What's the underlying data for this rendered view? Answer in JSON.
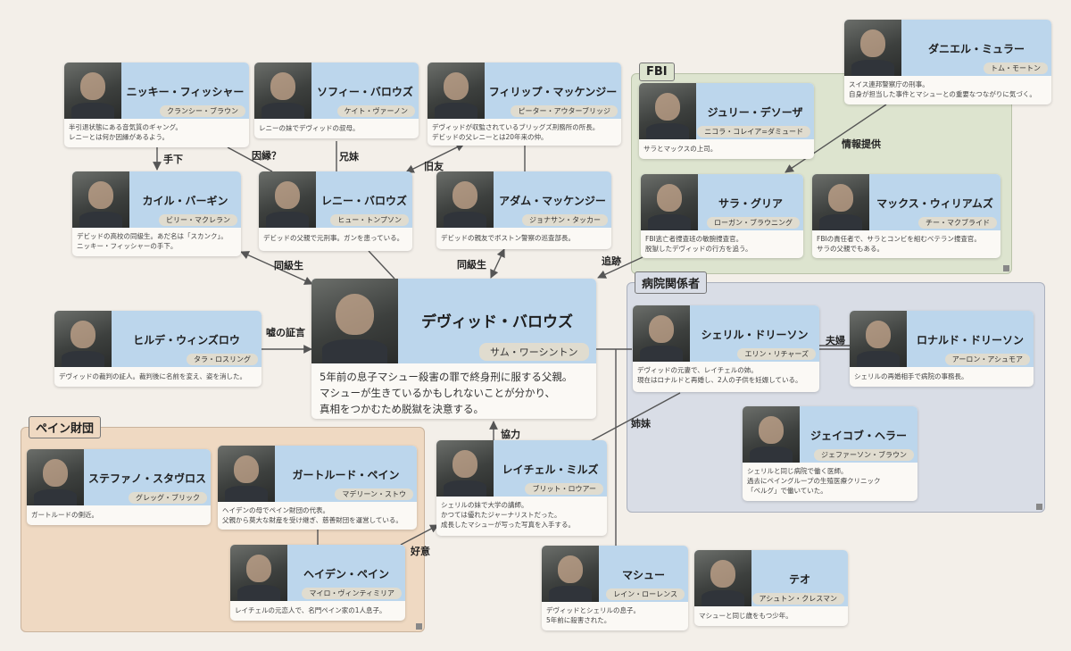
{
  "groups": {
    "fbi": "FBI",
    "hospital": "病院関係者",
    "paine": "ペイン財団"
  },
  "main": {
    "name": "デヴィッド・バロウズ",
    "actor": "サム・ワーシントン",
    "desc": "5年前の息子マシュー殺害の罪で終身刑に服する父親。\nマシューが生きているかもしれないことが分かり、\n真相をつかむため脱獄を決意する。"
  },
  "characters": {
    "nicky": {
      "name": "ニッキー・フィッシャー",
      "actor": "クランシー・ブラウン",
      "desc": "半引退状態にある音気質のギャング。\nレニーとは何か因縁があるよう。"
    },
    "sophie": {
      "name": "ソフィー・バロウズ",
      "actor": "ケイト・ヴァーノン",
      "desc": "レニーの妹でデヴィッドの叔母。"
    },
    "philip": {
      "name": "フィリップ・マッケンジー",
      "actor": "ピーター・アウターブリッジ",
      "desc": "デヴィッドが収監されているブリッグズ刑務所の所長。\nデビッドの父レニーとは20年来の仲。"
    },
    "kyle": {
      "name": "カイル・バーギン",
      "actor": "ビリー・マクレラン",
      "desc": "デビッドの高校の同級生。あだ名は「スカンク」。\nニッキー・フィッシャーの手下。"
    },
    "lenny": {
      "name": "レニー・バロウズ",
      "actor": "ヒュー・トンプソン",
      "desc": "デビッドの父親で元刑事。ガンを患っている。"
    },
    "adam": {
      "name": "アダム・マッケンジー",
      "actor": "ジョナサン・タッカー",
      "desc": "デビッドの親友でボストン警察の巡査部長。"
    },
    "julie": {
      "name": "ジュリー・デソーザ",
      "actor": "ニコラ・コレイア=ダミュード",
      "desc": "サラとマックスの上司。"
    },
    "daniel": {
      "name": "ダニエル・ミュラー",
      "actor": "トム・モートン",
      "desc": "スイス連邦警察庁の刑事。\n自身が担当した事件とマシューとの重要なつながりに気づく。"
    },
    "sarah": {
      "name": "サラ・グリア",
      "actor": "ローガン・ブラウニング",
      "desc": "FBI逃亡者捜査班の敏腕捜査官。\n脱獄したデヴィッドの行方を追う。"
    },
    "max": {
      "name": "マックス・ウィリアムズ",
      "actor": "チー・マクブライド",
      "desc": "FBIの責任者で、サラとコンビを組むベテラン捜査官。\nサラの父親でもある。"
    },
    "hilde": {
      "name": "ヒルデ・ウィンズロウ",
      "actor": "タラ・ロスリング",
      "desc": "デヴィッドの裁判の証人。裁判後に名前を変え、姿を消した。"
    },
    "cheryl": {
      "name": "シェリル・ドリーソン",
      "actor": "エリン・リチャーズ",
      "desc": "デヴィッドの元妻で、レイチェルの姉。\n現在はロナルドと再婚し、2人の子供を妊娠している。"
    },
    "ronald": {
      "name": "ロナルド・ドリーソン",
      "actor": "アーロン・アシュモア",
      "desc": "シェリルの再婚相手で病院の事務長。"
    },
    "jacob": {
      "name": "ジェイコブ・ヘラー",
      "actor": "ジェファーソン・ブラウン",
      "desc": "シェリルと同じ病院で働く医師。\n過去にペイングループの生殖医療クリニック\n「ベルグ」で働いていた。"
    },
    "stefano": {
      "name": "ステファノ・スタヴロス",
      "actor": "グレッグ・ブリック",
      "desc": "ガートルードの側近。"
    },
    "gertrude": {
      "name": "ガートルード・ペイン",
      "actor": "マデリーン・ストウ",
      "desc": "ヘイデンの母でペイン財団の代表。\n父親から莫大な財産を受け継ぎ、慈善財団を運営している。"
    },
    "rachel": {
      "name": "レイチェル・ミルズ",
      "actor": "ブリット・ロウアー",
      "desc": "シェリルの妹で大学の講師。\nかつては優れたジャーナリストだった。\n成長したマシューが写った写真を入手する。"
    },
    "hayden": {
      "name": "ヘイデン・ペイン",
      "actor": "マイロ・ヴィンティミリア",
      "desc": "レイチェルの元恋人で、名門ペイン家の1人息子。"
    },
    "matthew": {
      "name": "マシュー",
      "actor": "レイン・ローレンス",
      "desc": "デヴィッドとシェリルの息子。\n5年前に殺害された。"
    },
    "theo": {
      "name": "テオ",
      "actor": "アシュトン・クレスマン",
      "desc": "マシューと同じ歳をもつ少年。"
    }
  },
  "relations": {
    "henchman": "手下",
    "fate": "因縁？",
    "siblings": "兄妹",
    "oldfriend": "旧友",
    "classmate1": "同級生",
    "classmate2": "同級生",
    "info": "情報提供",
    "chase": "追跡",
    "perjury": "嘘の証言",
    "couple": "夫婦",
    "sisters": "姉妹",
    "coop": "協力",
    "affection": "好意"
  },
  "colors": {
    "background": "#f3efe9",
    "card_header": "#bcd6ec",
    "fbi_group": "#dde4cf",
    "hospital_group": "#d9dde6",
    "paine_group": "#efd9c2",
    "link": "#555555"
  }
}
